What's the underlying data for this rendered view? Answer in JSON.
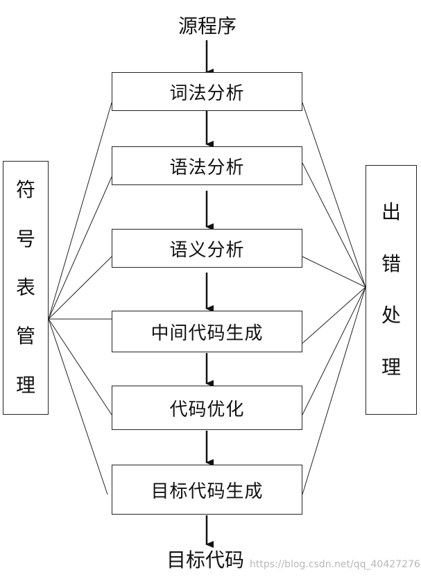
{
  "diagram": {
    "input_label": "源程序",
    "output_label": "目标代码",
    "stages": [
      {
        "label": "词法分析"
      },
      {
        "label": "语法分析"
      },
      {
        "label": "语义分析"
      },
      {
        "label": "中间代码生成"
      },
      {
        "label": "代码优化"
      },
      {
        "label": "目标代码生成"
      }
    ],
    "left_panel": {
      "chars": [
        "符",
        "号",
        "表",
        "管",
        "理"
      ]
    },
    "right_panel": {
      "chars": [
        "出",
        "错",
        "处",
        "理"
      ]
    },
    "watermark": "https://blog.csdn.net/qq_40427276"
  }
}
